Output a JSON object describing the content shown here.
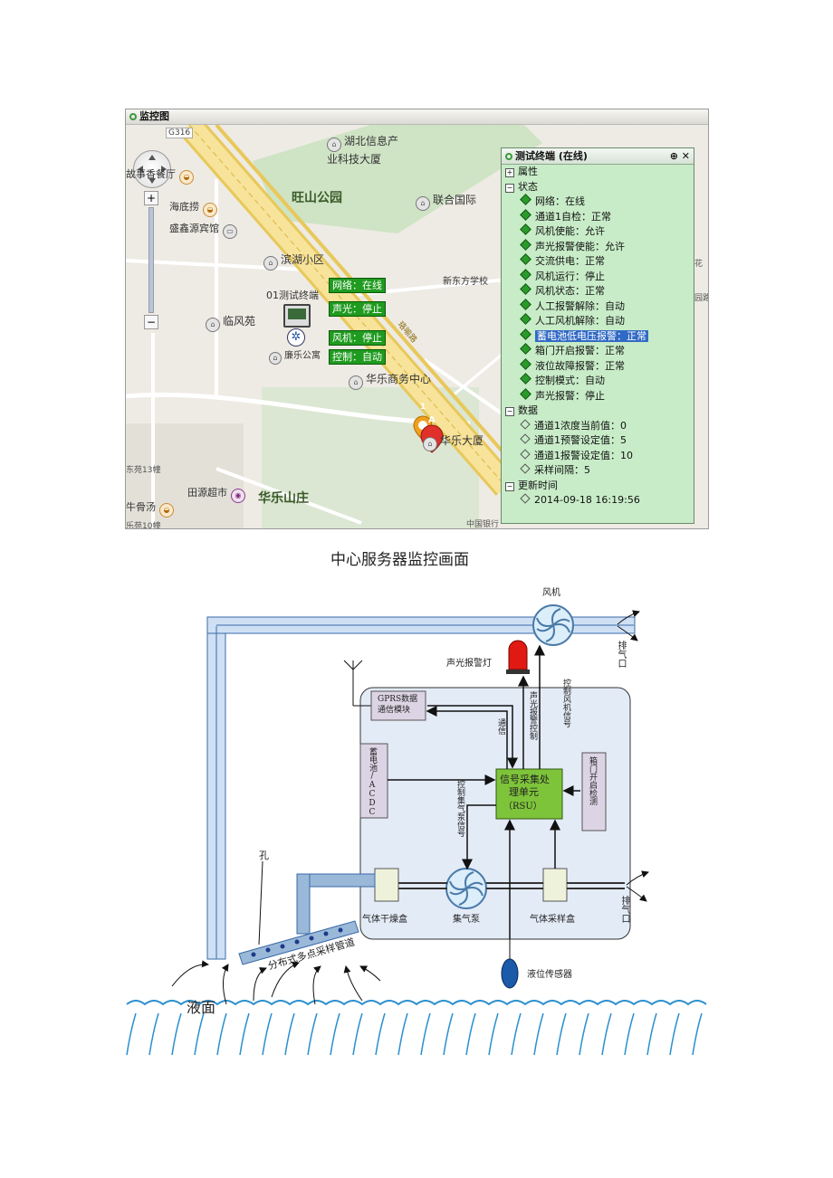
{
  "monitor": {
    "window_title": "监控图",
    "map": {
      "road_badge": "G316",
      "labels": [
        {
          "text": "湖北信息产\n业科技大厦",
          "kind": "poi"
        },
        {
          "text": "旺山公园",
          "kind": "park"
        },
        {
          "text": "联合国际",
          "kind": "poi"
        },
        {
          "text": "故事香餐厅",
          "kind": "food"
        },
        {
          "text": "海底捞",
          "kind": "food"
        },
        {
          "text": "盛鑫源宾馆",
          "kind": "hotel"
        },
        {
          "text": "滨湖小区",
          "kind": "poi"
        },
        {
          "text": "新东方学校",
          "kind": "plain"
        },
        {
          "text": "临风苑",
          "kind": "poi"
        },
        {
          "text": "廉乐公寓",
          "kind": "poi"
        },
        {
          "text": "华乐商务中心",
          "kind": "poi"
        },
        {
          "text": "华乐大厦",
          "kind": "poi"
        },
        {
          "text": "东苑13幢",
          "kind": "plain"
        },
        {
          "text": "田源超市",
          "kind": "plain"
        },
        {
          "text": "华乐山庄",
          "kind": "park"
        },
        {
          "text": "牛骨汤",
          "kind": "food"
        },
        {
          "text": "乐苑10幢",
          "kind": "plain"
        },
        {
          "text": "中国银行",
          "kind": "plain"
        },
        {
          "text": "花",
          "kind": "plain"
        },
        {
          "text": "园路",
          "kind": "plain"
        },
        {
          "text": "珞喻路",
          "kind": "road"
        }
      ],
      "terminal_label": "01测试终端",
      "status_boxes": [
        "网络：在线",
        "声光：停止",
        "风机：停止",
        "控制：自动"
      ],
      "marker_1": "1",
      "marker_a": "A"
    },
    "panel": {
      "title": "测试终端 (在线)",
      "controls": "⊕ ✕",
      "sections": [
        {
          "label": "属性",
          "expanded": false,
          "items": []
        },
        {
          "label": "状态",
          "expanded": true,
          "items": [
            "网络：在线",
            "通道1自检：正常",
            "风机使能：允许",
            "声光报警使能：允许",
            "交流供电：正常",
            "风机运行：停止",
            "风机状态：正常",
            "人工报警解除：自动",
            "人工风机解除：自动",
            "蓄电池低电压报警：正常",
            "箱门开启报警：正常",
            "液位故障报警：正常",
            "控制模式：自动",
            "声光报警：停止"
          ]
        },
        {
          "label": "数据",
          "expanded": true,
          "items": [
            "通道1浓度当前值：0",
            "通道1预警设定值：5",
            "通道1报警设定值：10",
            "采样间隔：5"
          ]
        },
        {
          "label": "更新时间",
          "expanded": true,
          "items": [
            "2014-09-18 16:19:56"
          ]
        }
      ],
      "selected_item": "蓄电池低电压报警：正常"
    }
  },
  "caption": "中心服务器监控画面",
  "diagram": {
    "fan_label": "风机",
    "alarm_light_label": "声光报警灯",
    "exhaust_label_top": "排气口",
    "exhaust_label_right": "排气口",
    "gprs_label": "GPRS数据\n通信模块",
    "battery_label": "蓄电池/ACDC",
    "rsu_label_line1": "信号采集处",
    "rsu_label_line2": "理单元",
    "rsu_label_line3": "（RSU）",
    "door_label": "箱门开启检测",
    "comm_label": "通信",
    "alarm_ctrl_label": "声光报警控制",
    "fan_ctrl_label": "控制风机信号",
    "pump_ctrl_label": "控制集气泵信号",
    "dryer_label": "气体干燥盒",
    "pump_label": "集气泵",
    "sampler_label": "气体采样盒",
    "level_sensor_label": "液位传感器",
    "hole_label": "孔",
    "pipe_label": "分布式多点采样管道",
    "liquid_label": "液面"
  }
}
